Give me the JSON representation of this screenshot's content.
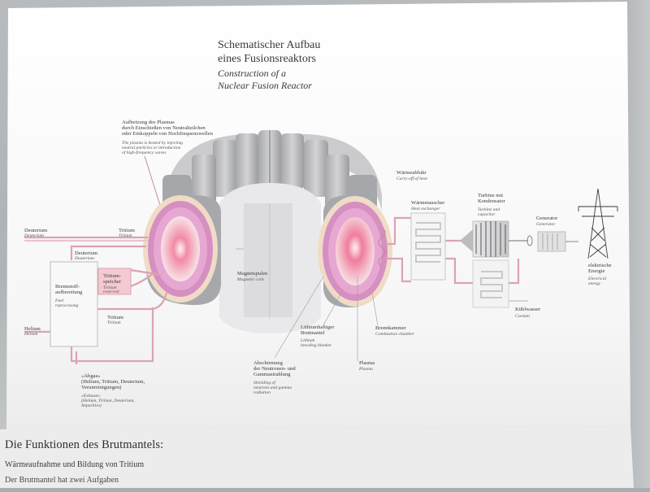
{
  "title": {
    "de_line1": "Schematischer Aufbau",
    "de_line2": "eines Fusionsreaktors",
    "en_line1": "Construction of a",
    "en_line2": "Nuclear Fusion Reactor"
  },
  "labels": {
    "heating": {
      "de": [
        "Aufheizung des Plasmas",
        "durch Einschießen von Neutralteilchen",
        "oder Einkoppeln von Hochfrequenzwellen"
      ],
      "en": [
        "The plasma is heated by injecting",
        "neutral particles or introduction",
        "of high-frequency waves"
      ]
    },
    "deuterium_in": {
      "de": "Deuterium",
      "en": "Deuterium"
    },
    "tritium_in": {
      "de": "Tritium",
      "en": "Tritium"
    },
    "deuterium_2": {
      "de": "Deuterium",
      "en": "Deuterium"
    },
    "fuel_processing": {
      "de": [
        "Brennstoff-",
        "aufbereitung"
      ],
      "en": [
        "Fuel",
        "reprocessing"
      ]
    },
    "tritium_storage": {
      "de": [
        "Tritium-",
        "speicher"
      ],
      "en": [
        "Tritium",
        "reservoir"
      ]
    },
    "tritium_2": {
      "de": "Tritium",
      "en": "Tritium"
    },
    "helium": {
      "de": "Helium",
      "en": "Helium"
    },
    "exhaust": {
      "de": [
        "«Abgas»",
        "(Helium, Tritium, Deuterium,",
        "Verunreinigungen)"
      ],
      "en": [
        "«Exhaust»",
        "(Helium, Tritium, Deuterium,",
        "Impurities)"
      ]
    },
    "magnet_coils": {
      "de": "Magnetspulen",
      "en": "Magnetic coils"
    },
    "shielding": {
      "de": [
        "Abschirmung",
        "der Neutronen- und",
        "Gammastrahlung"
      ],
      "en": [
        "Shielding of",
        "neutrons and gamma",
        "radiation"
      ]
    },
    "blanket": {
      "de": [
        "Lithiumhaltiger",
        "Brutmantel"
      ],
      "en": [
        "Lithium",
        "breeding blanket"
      ]
    },
    "plasma": {
      "de": "Plasma",
      "en": "Plasma"
    },
    "chamber": {
      "de": "Brennkammer",
      "en": "Combustion chamber"
    },
    "heat_removal": {
      "de": "Wärmeabfuhr",
      "en": "Carry-off of heat"
    },
    "heat_exchanger": {
      "de": "Wärmetauscher",
      "en": "Heat exchanger"
    },
    "turbine": {
      "de": [
        "Turbine mit",
        "Kondensator"
      ],
      "en": [
        "Turbine and",
        "capacitor"
      ]
    },
    "generator": {
      "de": "Generator",
      "en": "Generator"
    },
    "energy": {
      "de": [
        "elektrische",
        "Energie"
      ],
      "en": [
        "Electrical",
        "energy"
      ]
    },
    "coolant": {
      "de": "Kühlwasser",
      "en": "Coolant"
    }
  },
  "section": {
    "heading": "Die Funktionen des Brutmantels:",
    "subheading": "Wärmeaufnahme und Bildung von Tritium",
    "cutoff": "Der Brutmantel hat zwei Aufgaben"
  },
  "colors": {
    "coil_gray": "#b9b9bd",
    "coil_dark": "#8f9094",
    "blanket_pink": "#e6a8d2",
    "vessel_beige": "#f0dcc6",
    "pipe_pink": "#dba3b3",
    "plasma_core": "#f07a9a"
  }
}
